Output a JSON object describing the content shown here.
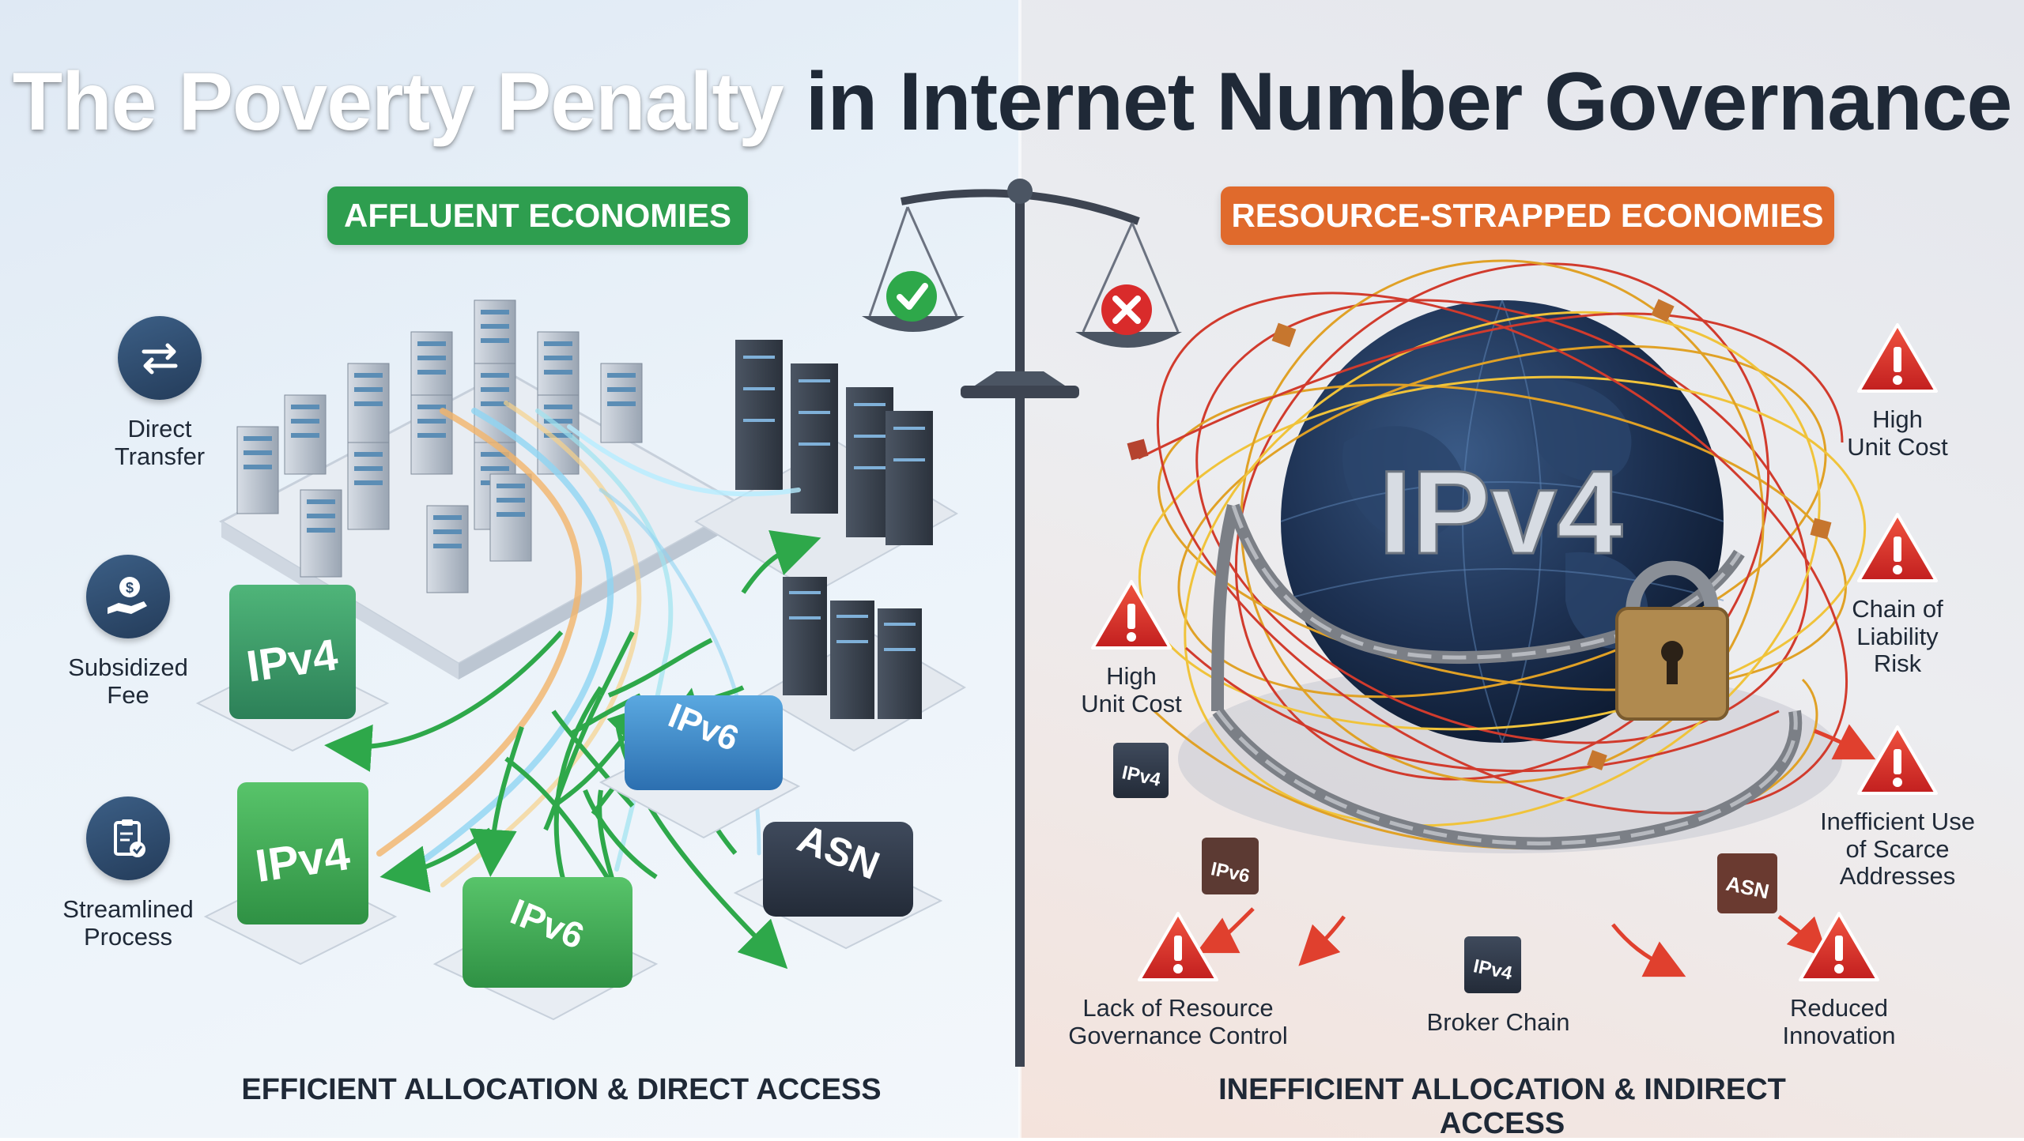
{
  "title": {
    "part1": "The Poverty Penalty",
    "part2": " in Internet Number Governance"
  },
  "left": {
    "header": "AFFLUENT ECONOMIES",
    "footer": "EFFICIENT ALLOCATION & DIRECT ACCESS",
    "benefits": [
      {
        "icon": "transfer-icon",
        "label": "Direct\nTransfer"
      },
      {
        "icon": "subsidy-icon",
        "label": "Subsidized\nFee"
      },
      {
        "icon": "clipboard-icon",
        "label": "Streamlined\nProcess"
      }
    ],
    "blocks": {
      "ipv4_a": "IPv4",
      "ipv4_b": "IPv4",
      "ipv6_a": "IPv6",
      "ipv6_b": "IPv6",
      "asn": "ASN"
    }
  },
  "right": {
    "header": "RESOURCE-STRAPPED ECONOMIES",
    "footer": "INEFFICIENT ALLOCATION & INDIRECT ACCESS",
    "globe_label": "IPv4",
    "risks": [
      {
        "icon": "warning-icon",
        "label": "High\nUnit Cost"
      },
      {
        "icon": "warning-icon",
        "label": "Chain of\nLiability\nRisk"
      },
      {
        "icon": "warning-icon",
        "label": "Inefficient Use\nof Scarce\nAddresses"
      },
      {
        "icon": "warning-icon",
        "label": "Reduced\nInnovation"
      },
      {
        "icon": "warning-icon",
        "label": "High\nUnit Cost"
      },
      {
        "icon": "warning-icon",
        "label": "Lack of Resource\nGovernance Control"
      }
    ],
    "broker_chain": "Broker Chain",
    "blocks": {
      "ipv4_a": "IPv4",
      "ipv6": "IPv6",
      "asn": "ASN",
      "ipv4_b": "IPv4"
    }
  },
  "colors": {
    "green": "#2e9e4f",
    "orange": "#e06a2c",
    "warning_red": "#d92b2b",
    "navy": "#1f2937"
  }
}
